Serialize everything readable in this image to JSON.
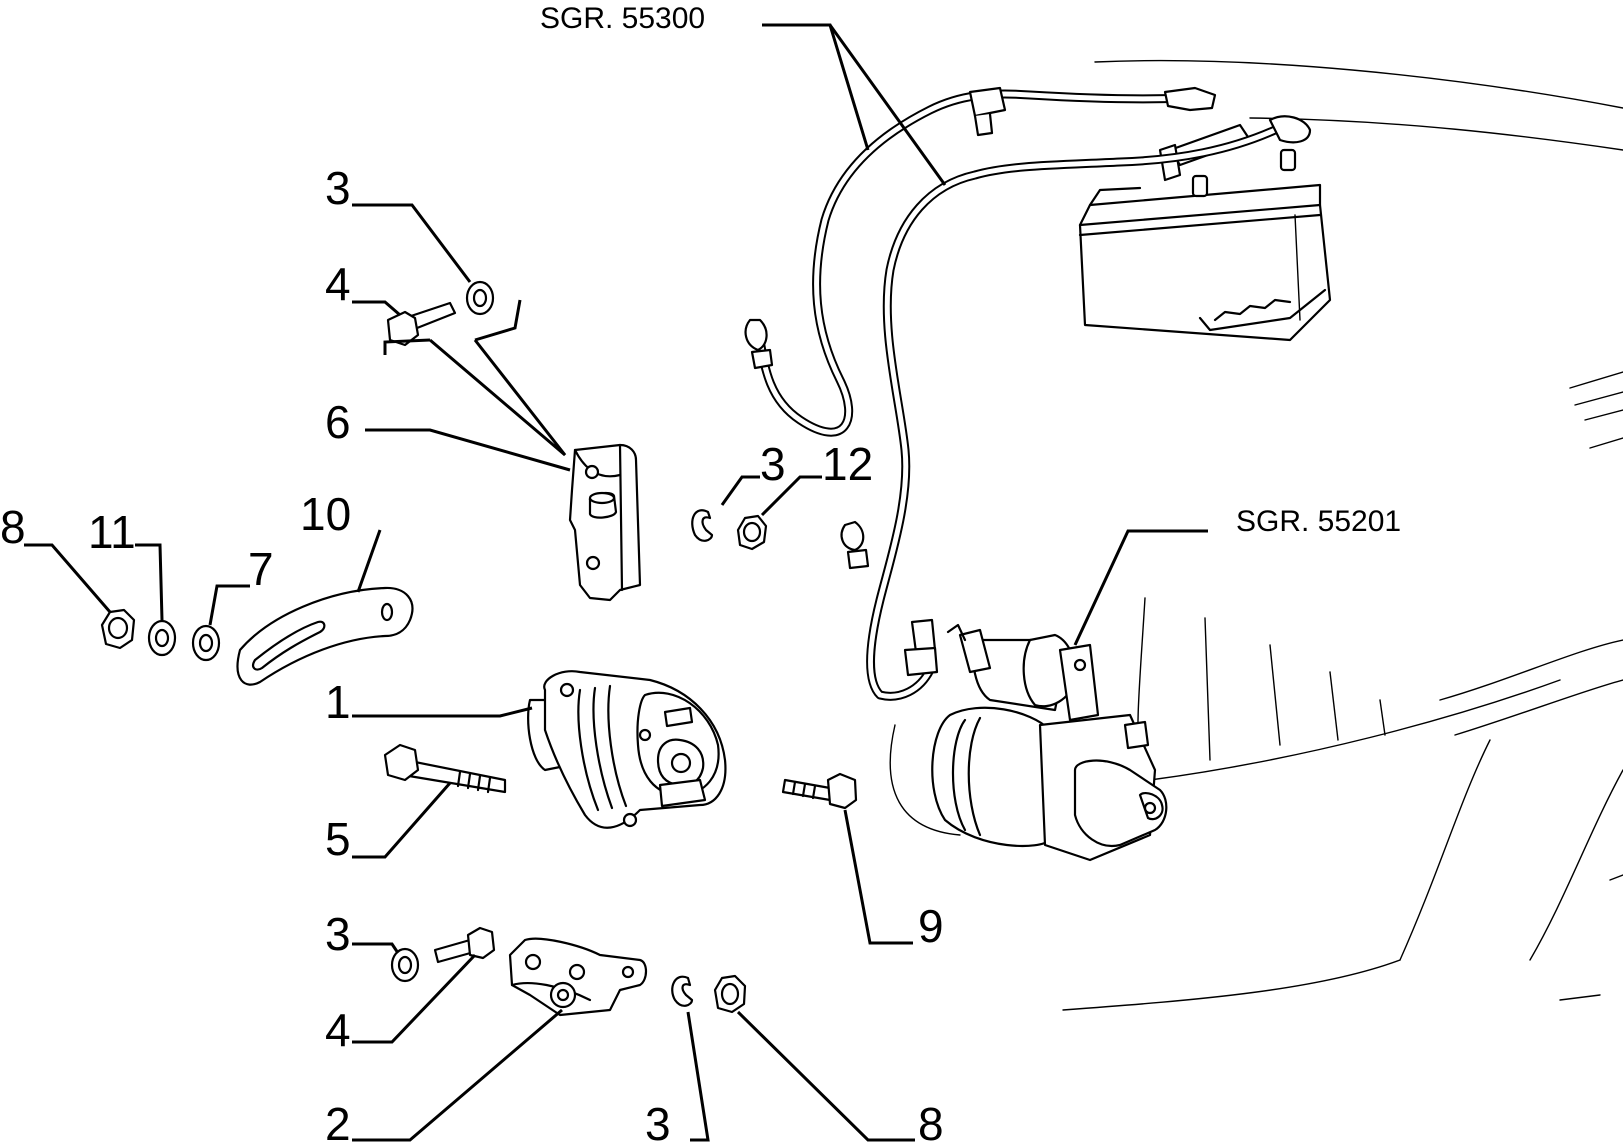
{
  "diagram": {
    "references": {
      "battery_cable_group": "SGR. 55300",
      "starter_motor_group": "SGR. 55201"
    },
    "callouts": {
      "washer_top": "3",
      "bolt_top": "4",
      "upper_bracket": "6",
      "nut_left": "8",
      "washer_left": "11",
      "spacer_left": "7",
      "adjust_strap": "10",
      "alternator": "1",
      "long_bolt": "5",
      "clip_mid": "3",
      "nut_mid": "12",
      "bolt_right": "9",
      "washer_bottom": "3",
      "bolt_bottom": "4",
      "lower_bracket": "2",
      "clip_bottom": "3",
      "nut_bottom": "8"
    }
  }
}
